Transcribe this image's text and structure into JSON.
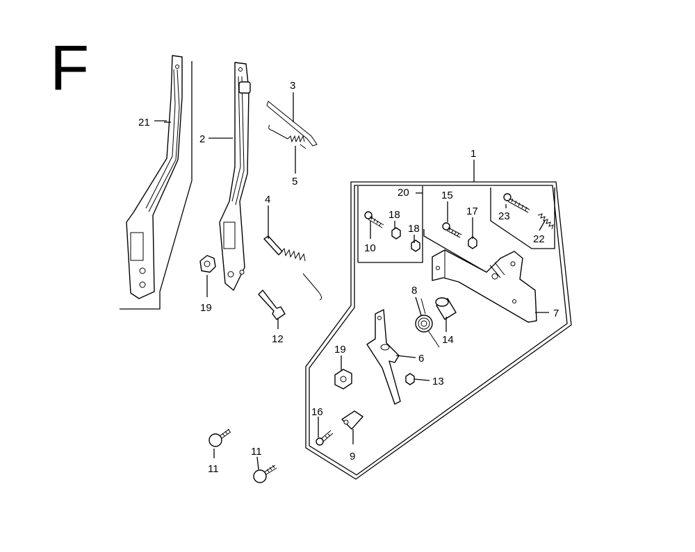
{
  "diagram": {
    "sheet_letter": "F",
    "callouts": [
      {
        "id": "c1",
        "text": "1"
      },
      {
        "id": "c2",
        "text": "2"
      },
      {
        "id": "c3",
        "text": "3"
      },
      {
        "id": "c4",
        "text": "4"
      },
      {
        "id": "c5",
        "text": "5"
      },
      {
        "id": "c6",
        "text": "6"
      },
      {
        "id": "c7",
        "text": "7"
      },
      {
        "id": "c8",
        "text": "8"
      },
      {
        "id": "c9",
        "text": "9"
      },
      {
        "id": "c10",
        "text": "10"
      },
      {
        "id": "c11a",
        "text": "11"
      },
      {
        "id": "c11b",
        "text": "11"
      },
      {
        "id": "c12",
        "text": "12"
      },
      {
        "id": "c13",
        "text": "13"
      },
      {
        "id": "c14",
        "text": "14"
      },
      {
        "id": "c15",
        "text": "15"
      },
      {
        "id": "c16",
        "text": "16"
      },
      {
        "id": "c17",
        "text": "17"
      },
      {
        "id": "c18a",
        "text": "18"
      },
      {
        "id": "c18b",
        "text": "18"
      },
      {
        "id": "c19a",
        "text": "19"
      },
      {
        "id": "c19b",
        "text": "19"
      },
      {
        "id": "c20",
        "text": "20"
      },
      {
        "id": "c21",
        "text": "21"
      },
      {
        "id": "c22",
        "text": "22"
      },
      {
        "id": "c23",
        "text": "23"
      }
    ]
  }
}
